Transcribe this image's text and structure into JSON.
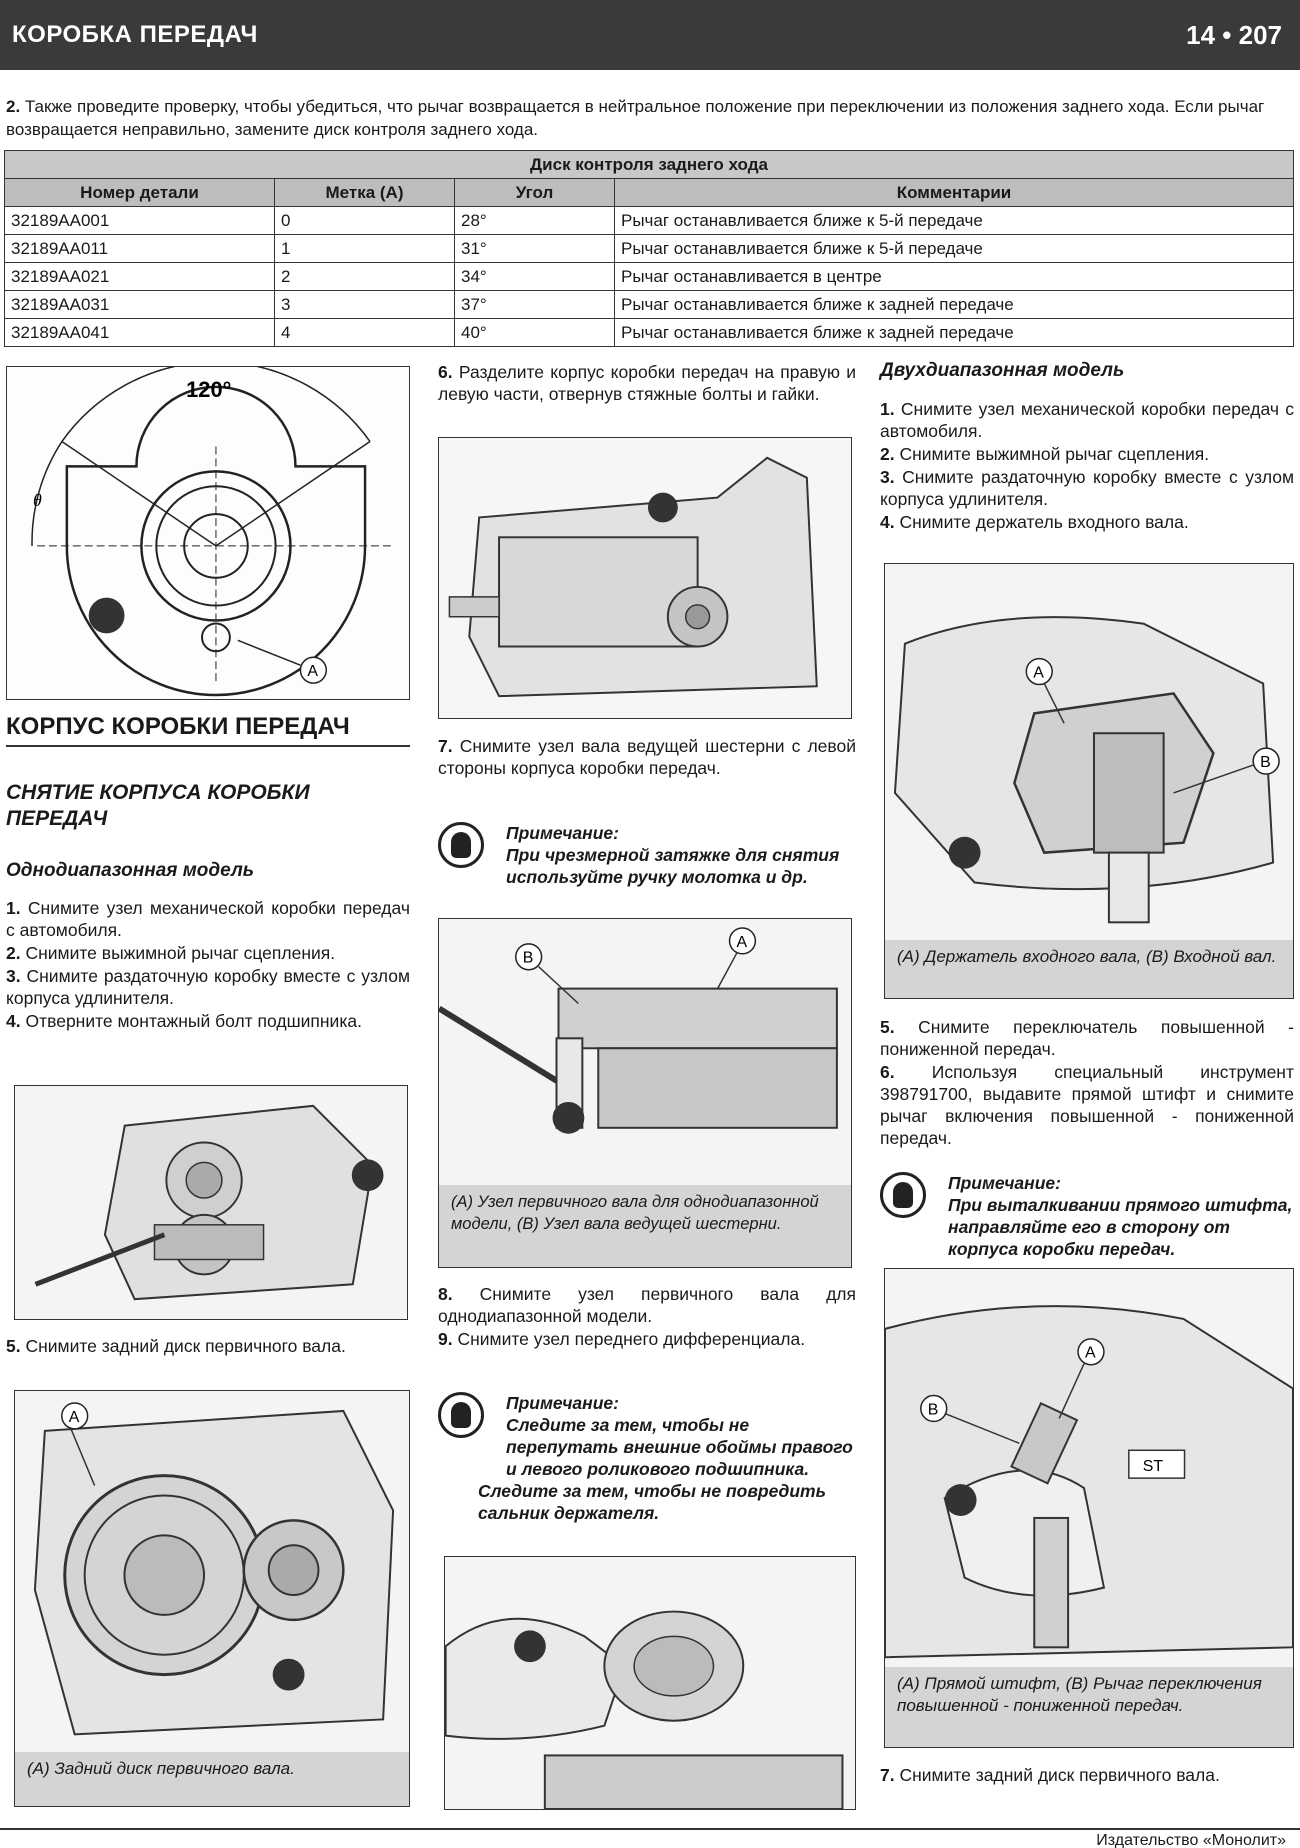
{
  "header": {
    "title": "КОРОБКА ПЕРЕДАЧ",
    "page": "14 • 207"
  },
  "intro": {
    "num": "2.",
    "text": "Также проведите проверку, чтобы убедиться, что рычаг возвращается в нейтральное положение при переключении из положения заднего хода. Если рычаг возвращается неправильно, замените диск контроля заднего хода."
  },
  "table": {
    "caption": "Диск контроля заднего хода",
    "headers": [
      "Номер детали",
      "Метка (А)",
      "Угол",
      "Комментарии"
    ],
    "rows": [
      [
        "32189AA001",
        "0",
        "28°",
        "Рычаг останавливается ближе к 5-й передаче"
      ],
      [
        "32189AA011",
        "1",
        "31°",
        "Рычаг останавливается ближе к 5-й передаче"
      ],
      [
        "32189AA021",
        "2",
        "34°",
        "Рычаг останавливается в центре"
      ],
      [
        "32189AA031",
        "3",
        "37°",
        "Рычаг останавливается ближе к задней передаче"
      ],
      [
        "32189AA041",
        "4",
        "40°",
        "Рычаг останавливается ближе к задней передаче"
      ]
    ]
  },
  "fig_disc": {
    "angle_label": "120°",
    "theta": "θ",
    "callout": "A"
  },
  "col1": {
    "section": "КОРПУС КОРОБКИ ПЕРЕДАЧ",
    "subsection": "СНЯТИЕ КОРПУСА КОРОБКИ ПЕРЕДАЧ",
    "model": "Однодиапазонная модель",
    "steps": [
      {
        "n": "1.",
        "t": "Снимите узел механической коробки передач с автомобиля."
      },
      {
        "n": "2.",
        "t": "Снимите выжимной рычаг сцепления."
      },
      {
        "n": "3.",
        "t": "Снимите раздаточную коробку вместе с узлом корпуса удлинителя."
      },
      {
        "n": "4.",
        "t": "Отверните монтажный болт подшипника."
      }
    ],
    "step5": {
      "n": "5.",
      "t": "Снимите задний диск первичного вала."
    },
    "fig3_caption": "(A) Задний диск первичного вала.",
    "fig3_callout": "A"
  },
  "col2": {
    "step6": {
      "n": "6.",
      "t": "Разделите корпус коробки передач на правую и левую части, отвернув стяжные болты и гайки."
    },
    "step7": {
      "n": "7.",
      "t": "Снимите узел вала ведущей шестерни с левой стороны корпуса коробки передач."
    },
    "note1": {
      "title": "Примечание:",
      "text": "При чрезмерной затяжке для снятия используйте ручку молотка и др."
    },
    "fig5_caption": "(A) Узел первичного вала для однодиапазонной модели, (B) Узел вала ведущей шестерни.",
    "fig5_callout_a": "A",
    "fig5_callout_b": "B",
    "step8": {
      "n": "8.",
      "t": "Снимите узел первичного вала для однодиапазонной модели."
    },
    "step9": {
      "n": "9.",
      "t": "Снимите узел переднего дифференциала."
    },
    "note2": {
      "title": "Примечание:",
      "text": "Следите за тем, чтобы не перепутать внешние обоймы правого и левого роликового подшипника.",
      "text2": "Следите за тем, чтобы не повредить сальник держателя."
    }
  },
  "col3": {
    "model": "Двухдиапазонная модель",
    "steps": [
      {
        "n": "1.",
        "t": "Снимите узел механической коробки передач с автомобиля."
      },
      {
        "n": "2.",
        "t": "Снимите выжимной рычаг сцепления."
      },
      {
        "n": "3.",
        "t": "Снимите раздаточную коробку вместе с узлом корпуса удлинителя."
      },
      {
        "n": "4.",
        "t": "Снимите держатель входного вала."
      }
    ],
    "fig7_caption": "(A) Держатель входного вала, (B) Входной вал.",
    "fig7_callout_a": "A",
    "fig7_callout_b": "B",
    "steps2": [
      {
        "n": "5.",
        "t": "Снимите переключатель повышенной - пониженной передач."
      },
      {
        "n": "6.",
        "t": "Используя специальный инструмент 398791700, выдавите прямой штифт и снимите рычаг включения повышенной - пониженной передач."
      }
    ],
    "note3": {
      "title": "Примечание:",
      "text": "При выталкивании прямого штифта, направляйте его в сторону от корпуса коробки передач."
    },
    "fig8_caption": "(A) Прямой штифт, (B) Рычаг переключения повышенной - пониженной передач.",
    "fig8_callout_a": "A",
    "fig8_callout_b": "B",
    "fig8_st": "ST",
    "step7": {
      "n": "7.",
      "t": "Снимите задний диск первичного вала."
    }
  },
  "footer": {
    "publisher": "Издательство «Монолит»"
  }
}
